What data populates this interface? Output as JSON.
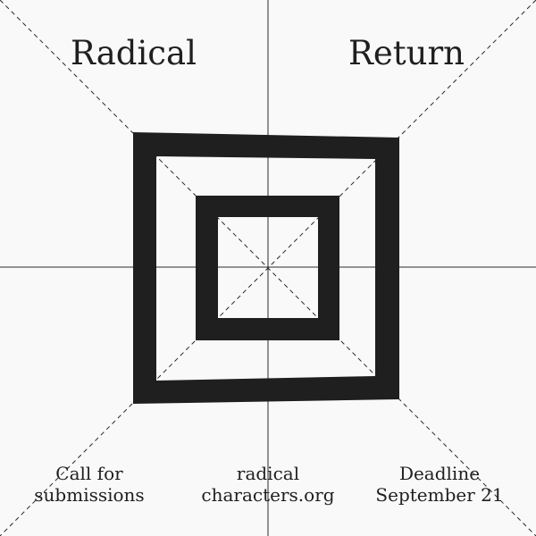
{
  "poster": {
    "title_left": "Radical",
    "title_right": "Return",
    "footer": {
      "left_line1": "Call for",
      "left_line2": "submissions",
      "center_line1": "radical",
      "center_line2": "characters.org",
      "right_line1": "Deadline",
      "right_line2": "September 21"
    },
    "colors": {
      "background": "#f9f9f9",
      "ink": "#1f1f1f"
    }
  }
}
